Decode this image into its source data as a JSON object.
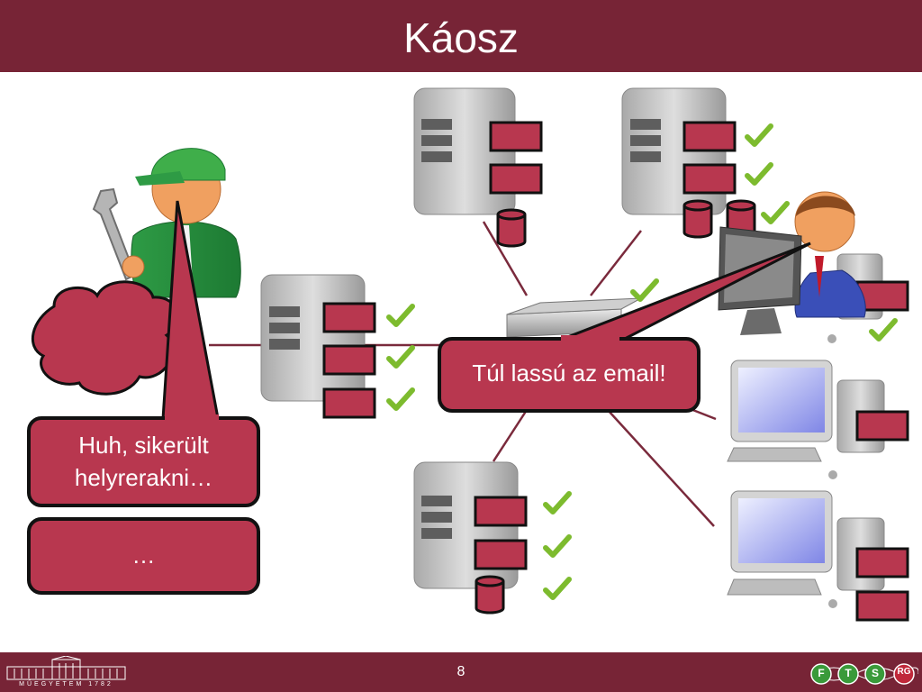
{
  "slide": {
    "title": "Káosz",
    "page_number": "8"
  },
  "bubbles": {
    "admin_speech_line1": "Huh, sikerült",
    "admin_speech_line2": "helyrerakni…",
    "admin_speech_next": "…",
    "user_complaint": "Túl lassú az email!"
  },
  "footer": {
    "university_caption": "MŰEGYETEM 1782",
    "logo_letters": [
      "F",
      "T",
      "S",
      "RG"
    ]
  },
  "colors": {
    "brand": "#772436",
    "box_fill": "#b8374f",
    "check": "#7dbb2e"
  }
}
